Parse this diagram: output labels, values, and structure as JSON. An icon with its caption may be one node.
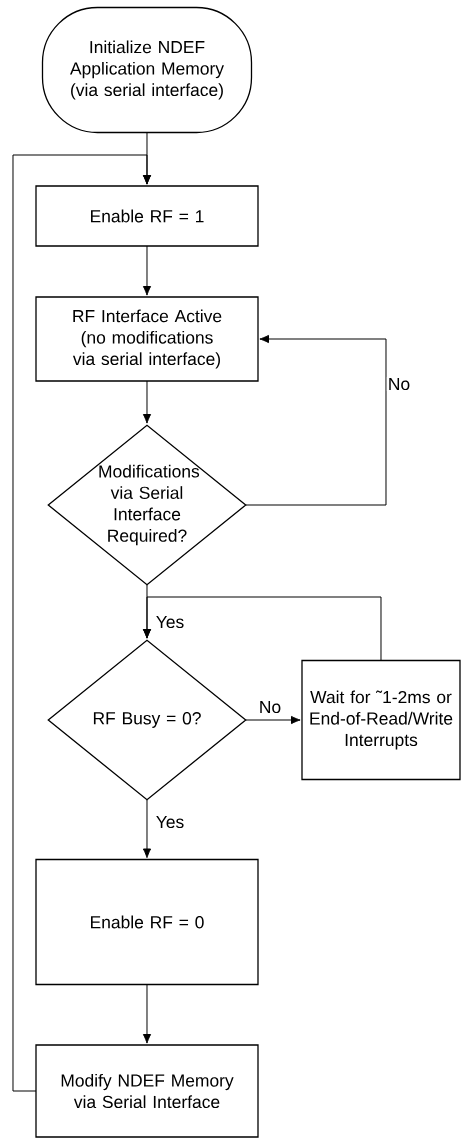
{
  "diagram": {
    "nodes": [
      {
        "text": [
          "Initialize NDEF Application Memory (via serial interface)"
        ]
      },
      {
        "text": [
          "Enable RF = 1"
        ]
      },
      {
        "text": [
          "RF Interface Active (no modifications via serial interface)"
        ]
      },
      {
        "text": [
          "Modifications via Serial Interface Required?"
        ]
      },
      {
        "text": [
          "RF Busy = 0?"
        ]
      },
      {
        "text": [
          "Wait for ˜1-2ms or End-of-Read/Write Interrupts"
        ]
      },
      {
        "text": [
          "Enable RF = 0"
        ]
      },
      {
        "text": [
          "Modify NDEF Memory via Serial Interface"
        ]
      }
    ],
    "edges": [
      {
        "from": 0,
        "to": 1,
        "arrow": "to"
      },
      {
        "from": 7,
        "to": 1,
        "arrow": "to"
      },
      {
        "from": 1,
        "to": 2,
        "arrow": "to"
      },
      {
        "from": 2,
        "to": 3,
        "arrow": "to"
      },
      {
        "from": 3,
        "to": 2,
        "arrow": "to",
        "label": "No"
      },
      {
        "from": 3,
        "to": 4,
        "arrow": "to",
        "label": "Yes"
      },
      {
        "from": 4,
        "to": 5,
        "arrow": "to",
        "label": "No"
      },
      {
        "from": 5,
        "to": 4,
        "arrow": "to"
      },
      {
        "from": 4,
        "to": 6,
        "arrow": "to",
        "label": "Yes"
      },
      {
        "from": 6,
        "to": 7,
        "arrow": "to"
      }
    ]
  }
}
